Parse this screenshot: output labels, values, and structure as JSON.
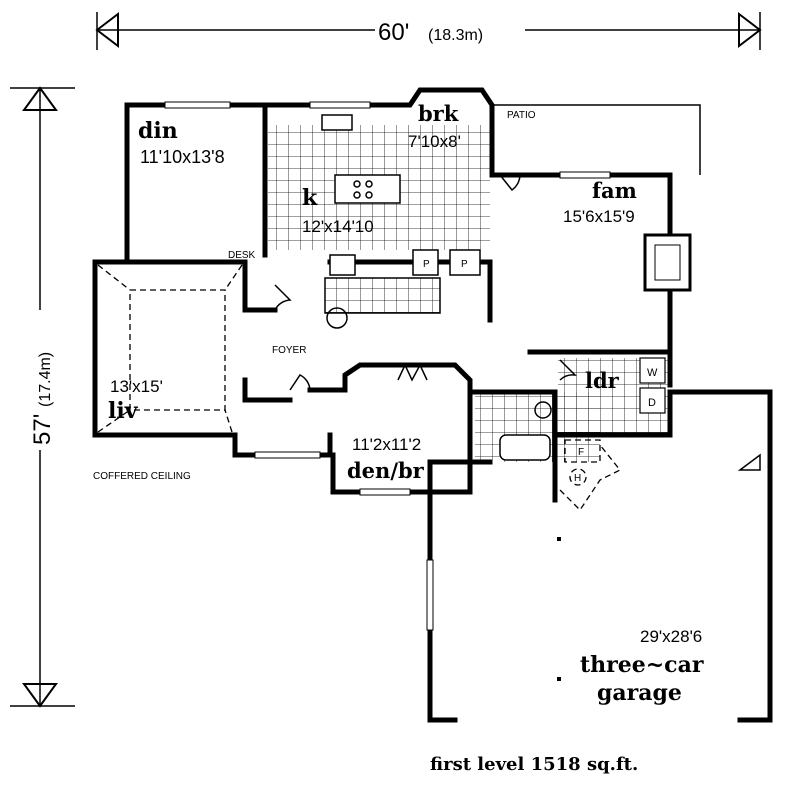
{
  "dimensions": {
    "width_ft": "60'",
    "width_m": "(18.3m)",
    "depth_ft": "57'",
    "depth_m": "(17.4m)"
  },
  "rooms": {
    "din": {
      "name": "din",
      "size": "11'10x13'8"
    },
    "brk": {
      "name": "brk",
      "size": "7'10x8'"
    },
    "k": {
      "name": "k",
      "size": "12'x14'10"
    },
    "fam": {
      "name": "fam",
      "size": "15'6x15'9"
    },
    "liv": {
      "name": "liv",
      "size": "13'x15'"
    },
    "den": {
      "name": "den/br",
      "size": "11'2x11'2"
    },
    "ldr": {
      "name": "ldr"
    },
    "garage": {
      "name_line1": "three~car",
      "name_line2": "garage",
      "size": "29'x28'6"
    }
  },
  "labels": {
    "patio": "PATIO",
    "desk": "DESK",
    "foyer": "FOYER",
    "coffered": "COFFERED CEILING",
    "pantry1": "P",
    "pantry2": "P",
    "washer": "W",
    "dryer": "D",
    "furnace": "F",
    "heater": "H"
  },
  "caption": "first level 1518 sq.ft."
}
